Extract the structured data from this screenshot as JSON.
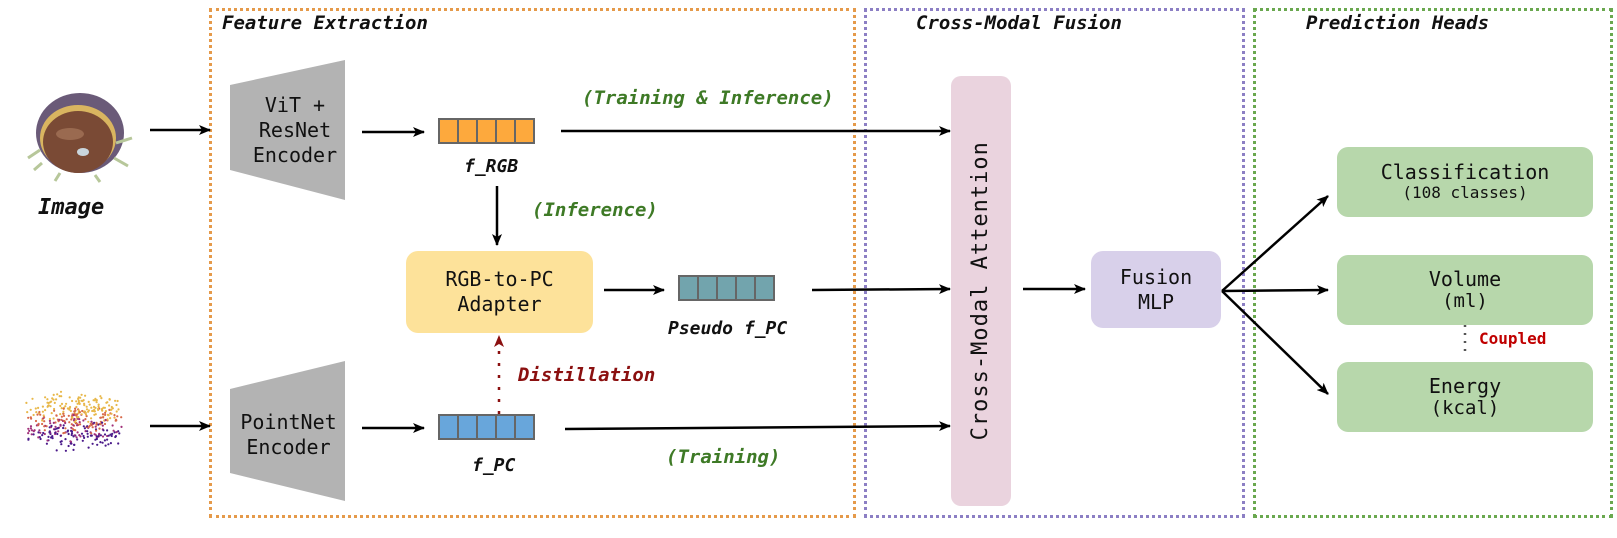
{
  "sections": {
    "feature_extraction": {
      "title": "Feature Extraction",
      "color": "#e59a4a"
    },
    "cross_modal_fusion": {
      "title": "Cross-Modal Fusion",
      "color": "#8c7fc4"
    },
    "prediction_heads": {
      "title": "Prediction Heads",
      "color": "#6aa84f"
    }
  },
  "inputs": {
    "image_label": "Image",
    "image_icon": "food-photo-icon",
    "pointcloud_icon": "point-cloud-icon"
  },
  "encoders": {
    "rgb": {
      "line1": "ViT +",
      "line2": "ResNet",
      "line3": "Encoder",
      "color": "#b3b3b3"
    },
    "pc": {
      "line1": "PointNet",
      "line2": "Encoder",
      "color": "#b3b3b3"
    }
  },
  "features": {
    "f_rgb": {
      "label": "f_RGB",
      "color": "#fda93d",
      "cells": 5
    },
    "pseudo_f_pc": {
      "label": "Pseudo f_PC",
      "color": "#72a4ad",
      "cells": 5
    },
    "f_pc": {
      "label": "f_PC",
      "color": "#68a6db",
      "cells": 5
    }
  },
  "adapter": {
    "line1": "RGB-to-PC",
    "line2": "Adapter",
    "color": "#fde29a"
  },
  "edge_labels": {
    "training_inference": "(Training & Inference)",
    "inference": "(Inference)",
    "training": "(Training)",
    "distillation": "Distillation"
  },
  "fusion": {
    "attention": "Cross-Modal Attention",
    "attention_color": "#ead3de",
    "mlp_line1": "Fusion",
    "mlp_line2": "MLP",
    "mlp_color": "#d8d0ea"
  },
  "heads": [
    {
      "title": "Classification",
      "subtitle": "(108 classes)"
    },
    {
      "title": "Volume",
      "subtitle": "(ml)"
    },
    {
      "title": "Energy",
      "subtitle": "(kcal)"
    }
  ],
  "head_color": "#b7d7ab",
  "coupled_label": "Coupled"
}
